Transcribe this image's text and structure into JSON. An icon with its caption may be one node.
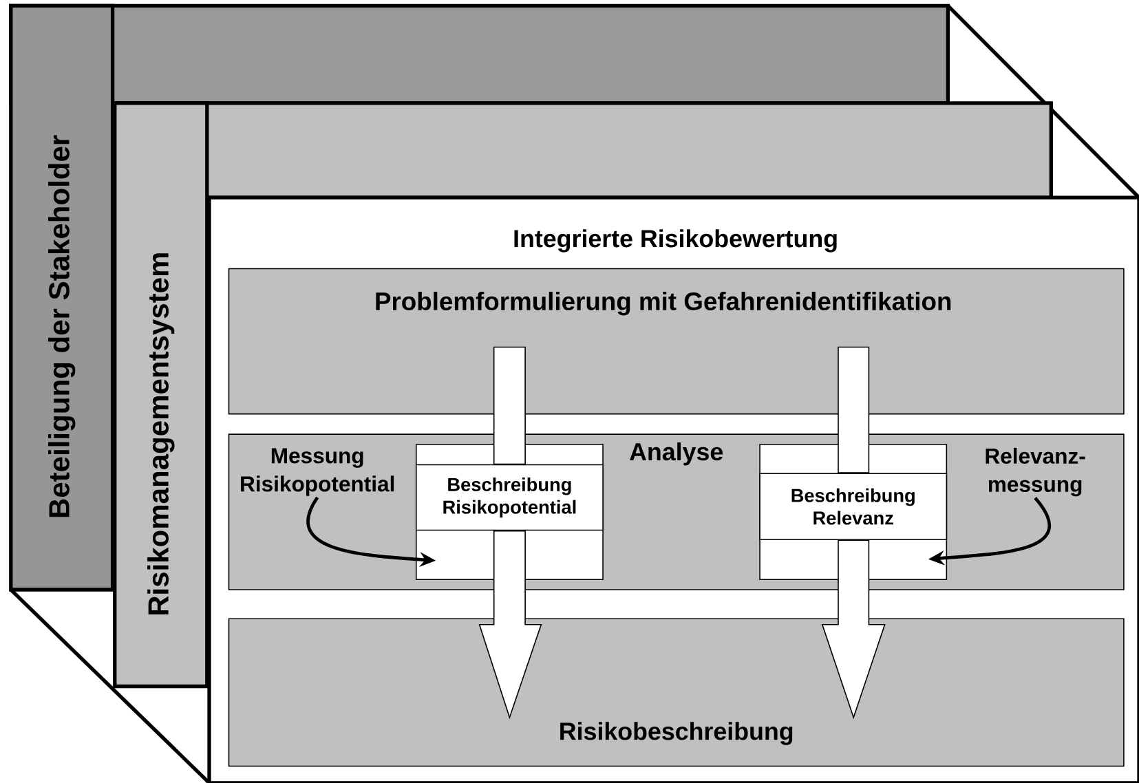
{
  "diagram": {
    "nodes": [
      {
        "text": [
          "Beteiligung der Stakeholder"
        ]
      },
      {
        "text": [
          "Risikomanagementsystem"
        ]
      },
      {
        "text": [
          "Integrierte Risikobewertung"
        ]
      },
      {
        "text": [
          "Problemformulierung mit Gefahrenidentifikation"
        ],
        "in": 2
      },
      {
        "text": [
          "Analyse"
        ],
        "in": 2
      },
      {
        "text": [
          "Risikobeschreibung"
        ],
        "in": 2
      },
      {
        "text": [
          "Beschreibung Risikopotential"
        ],
        "in": 4
      },
      {
        "text": [
          "Beschreibung Relevanz"
        ],
        "in": 4
      },
      {
        "text": [
          "Messung Risikopotential"
        ],
        "in": 4
      },
      {
        "text": [
          "Relevanz- messung"
        ],
        "in": 4
      }
    ],
    "edges": [
      {
        "from": 3,
        "to": 6,
        "arrow": "none"
      },
      {
        "from": 6,
        "to": 5,
        "arrow": "to"
      },
      {
        "from": 3,
        "to": 7,
        "arrow": "none"
      },
      {
        "from": 7,
        "to": 5,
        "arrow": "to"
      },
      {
        "from": 8,
        "to": 6,
        "arrow": "to"
      },
      {
        "from": 9,
        "to": 7,
        "arrow": "to"
      }
    ]
  }
}
